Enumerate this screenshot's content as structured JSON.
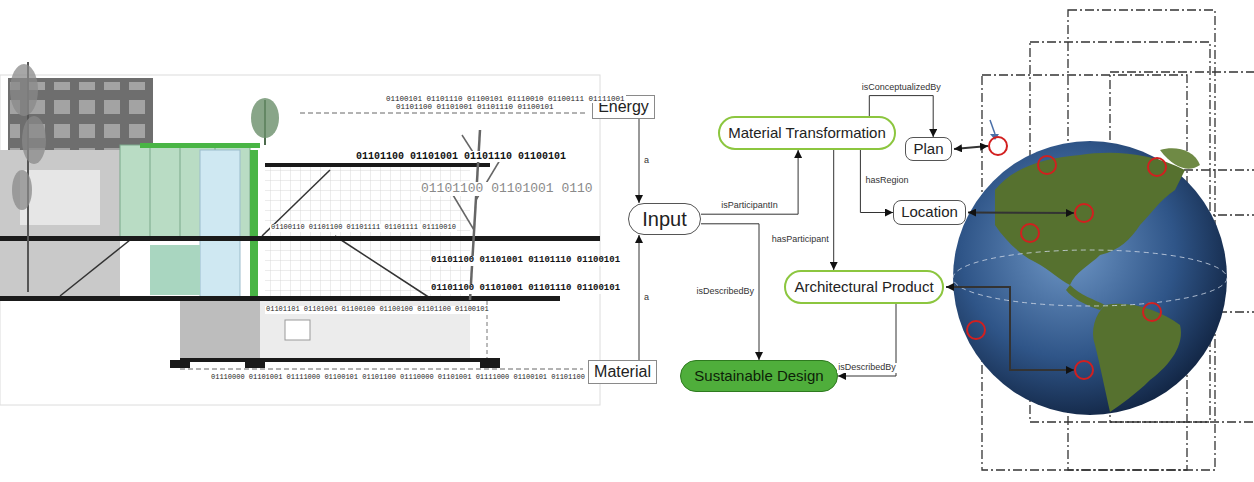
{
  "diagram": {
    "nodes": [
      {
        "text": [
          "Energy"
        ]
      },
      {
        "text": [
          "Material Transformation"
        ]
      },
      {
        "text": [
          "Plan"
        ]
      },
      {
        "text": [
          "Input"
        ]
      },
      {
        "text": [
          "Location"
        ]
      },
      {
        "text": [
          "Architectural Product"
        ]
      },
      {
        "text": [
          "Material"
        ]
      },
      {
        "text": [
          "Sustainable Design"
        ]
      }
    ],
    "edges": [
      {
        "from": 0,
        "to": 3,
        "label": "a",
        "arrow": "to"
      },
      {
        "from": 6,
        "to": 3,
        "label": "a",
        "arrow": "to"
      },
      {
        "from": 3,
        "to": 1,
        "label": "isParticipantIn",
        "arrow": "to"
      },
      {
        "from": 3,
        "to": 7,
        "label": "isDescribedBy",
        "arrow": "to"
      },
      {
        "from": 1,
        "to": 2,
        "label": "isConceptualizedBy",
        "arrow": "to"
      },
      {
        "from": 1,
        "to": 4,
        "label": "hasRegion",
        "arrow": "to"
      },
      {
        "from": 1,
        "to": 5,
        "label": "hasParticipant",
        "arrow": "to"
      },
      {
        "from": 5,
        "to": 7,
        "label": "isDescribedBy",
        "arrow": "to"
      }
    ],
    "labels": [
      "01100101 01101110 01100101 01110010 01100111 01111001",
      "01101100 01101001 01101110 01100101",
      "01101100 01101001 01101110 01100101",
      "01101100 01101001 0110",
      "01100110 01101100 01101111 01101111 01110010",
      "01101100 01101001 01101110 01100101",
      "01101100 01101001 01101110 01100101",
      "01101101 01101001 01100100 01100100 01101100 01100101",
      "01110000 01101001 01111000 01100101 01101100 01110000 01101001 01111000 01100101 01101100"
    ]
  }
}
